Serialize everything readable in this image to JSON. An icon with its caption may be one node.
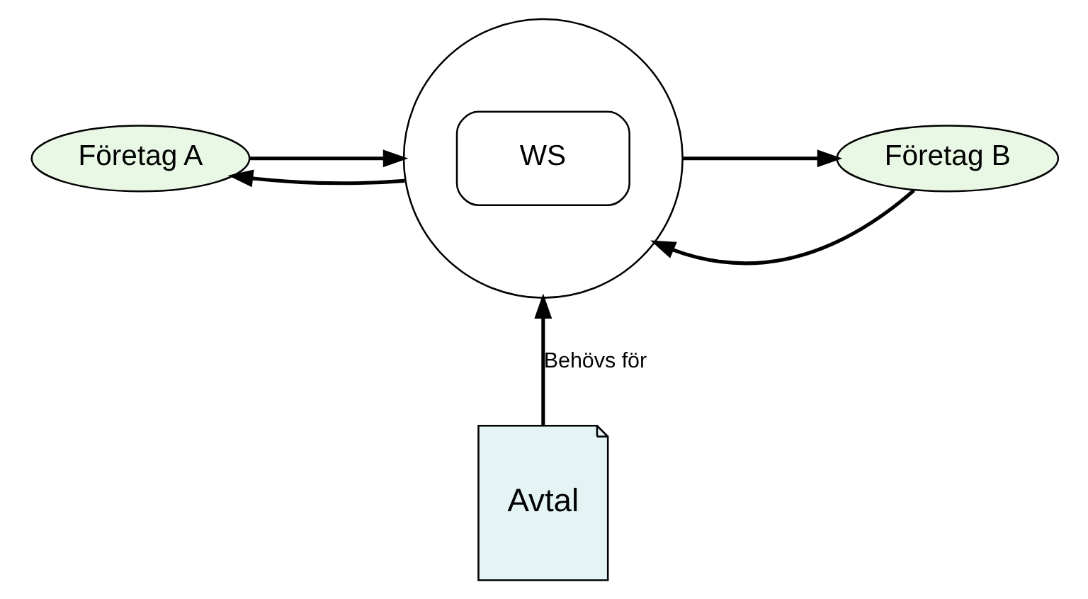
{
  "diagram": {
    "nodes": [
      {
        "text": [
          "Företag A"
        ]
      },
      {
        "text": [
          "WS"
        ]
      },
      {
        "text": [
          "Företag B"
        ]
      },
      {
        "text": [
          "Avtal"
        ]
      }
    ],
    "edges": [
      {
        "from": 0,
        "to": 1,
        "arrow": "to"
      },
      {
        "from": 1,
        "to": 0,
        "arrow": "to"
      },
      {
        "from": 1,
        "to": 2,
        "arrow": "to"
      },
      {
        "from": 2,
        "to": 1,
        "arrow": "to"
      },
      {
        "from": 3,
        "to": 1,
        "arrow": "to",
        "label": "Behövs för"
      }
    ]
  }
}
